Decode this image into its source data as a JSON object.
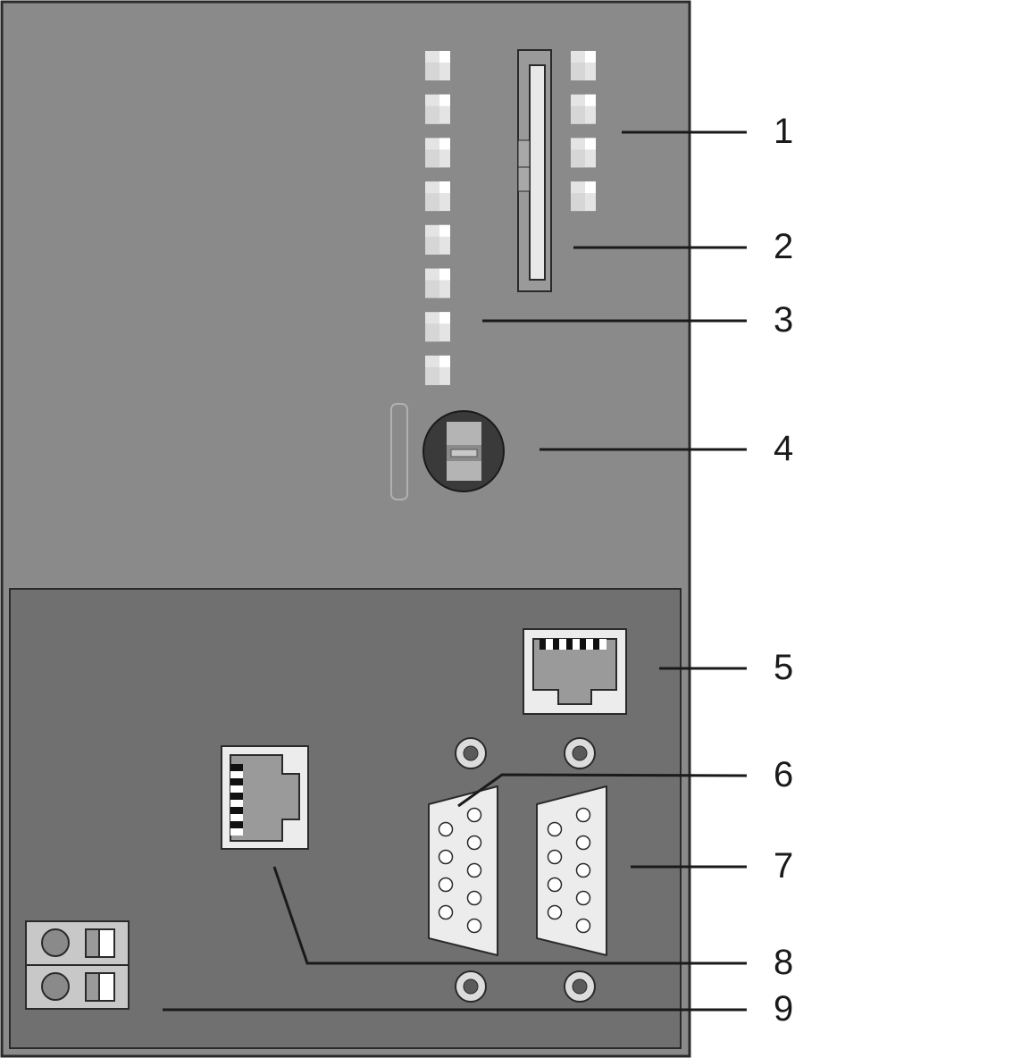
{
  "callouts": [
    {
      "number": "1"
    },
    {
      "number": "2"
    },
    {
      "number": "3"
    },
    {
      "number": "4"
    },
    {
      "number": "5"
    },
    {
      "number": "6"
    },
    {
      "number": "7"
    },
    {
      "number": "8"
    },
    {
      "number": "9"
    }
  ],
  "colors": {
    "housing": "#8a8a8a",
    "lower_panel": "#707070",
    "led": "#e4e4e4",
    "connector_face": "#ececec",
    "outline": "#2a2a2a"
  },
  "components": {
    "left_led_column_count": 8,
    "right_led_column_count": 4,
    "dsub_connectors": 2,
    "rj45_sockets": 2,
    "terminal_poles": 2
  }
}
